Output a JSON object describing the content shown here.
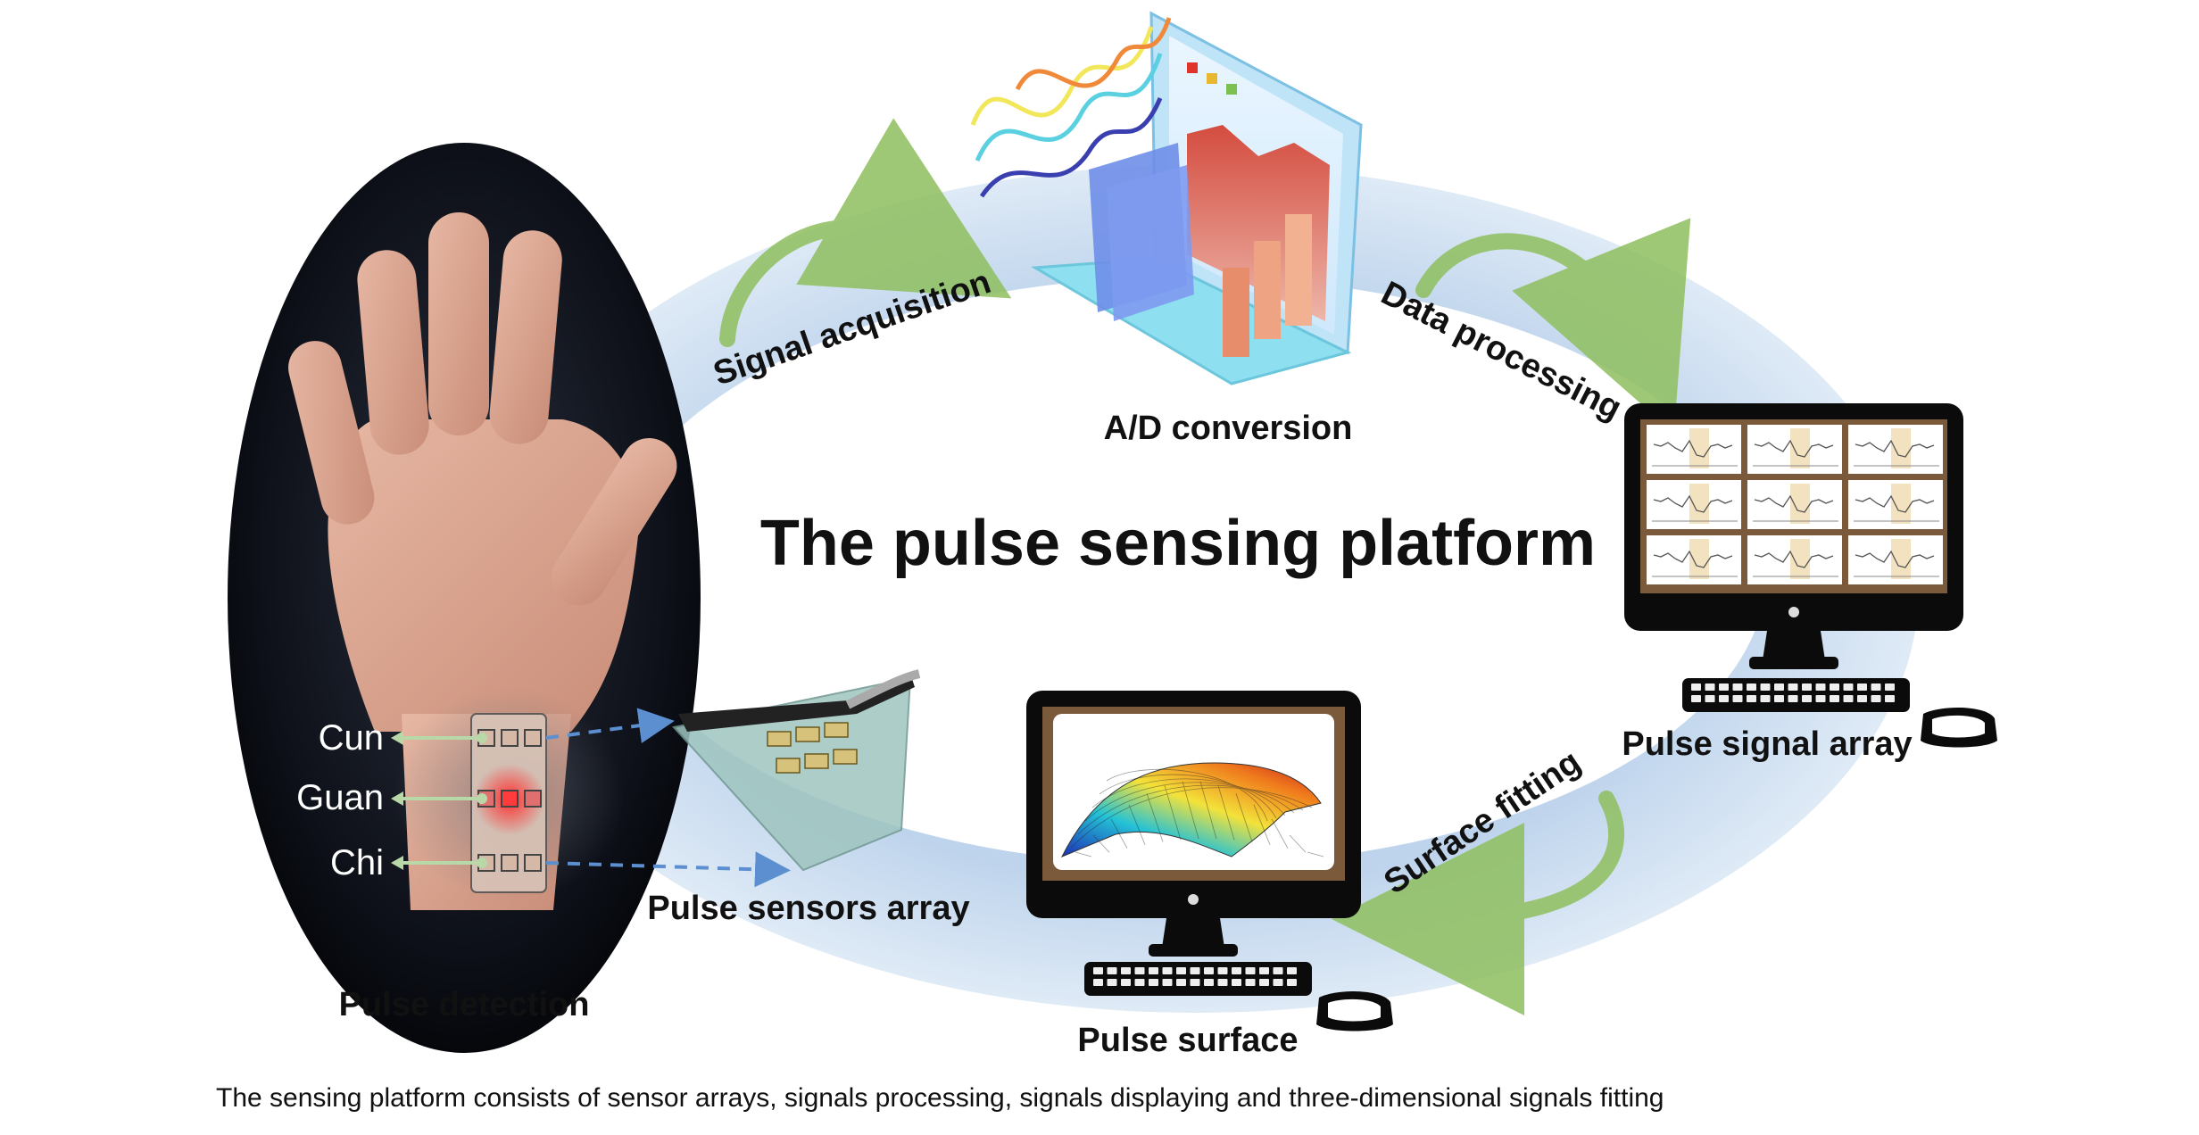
{
  "diagram": {
    "title": "The pulse sensing platform",
    "stages": {
      "pulse_detection": "Pulse detection",
      "pulse_sensors_array": "Pulse sensors array",
      "signal_acquisition": "Signal acquisition",
      "ad_conversion": "A/D conversion",
      "data_processing": "Data processing",
      "pulse_signal_array": "Pulse signal array",
      "surface_fitting": "Surface fitting",
      "pulse_surface": "Pulse surface"
    },
    "wrist_points": [
      "Cun",
      "Guan",
      "Chi"
    ],
    "caption": "The sensing platform consists of sensor arrays, signals processing, signals displaying and three-dimensional signals fitting"
  },
  "colors": {
    "ring": "#c4d8ee",
    "arrow": "#8fbf5f",
    "dashed_arrow": "#5b8fd0",
    "point_line": "#b8d8a8",
    "sensor_glow": "#ff2a2a"
  }
}
